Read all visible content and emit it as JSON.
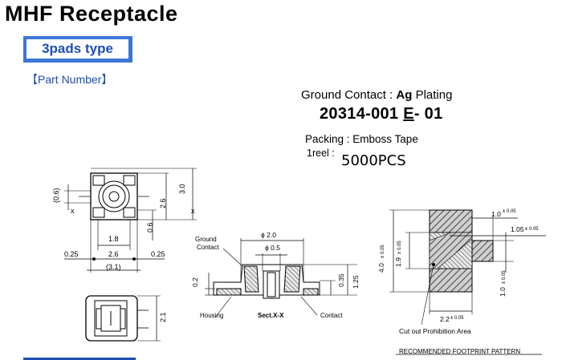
{
  "header": {
    "title": "MHF  Receptacle",
    "badge": "3pads type",
    "part_number_heading": "【Part Number】"
  },
  "part_info": {
    "ground_contact_prefix": "Ground Contact : ",
    "ground_contact_bold": "Ag",
    "ground_contact_suffix": " Plating",
    "pn_a": "20314-001 ",
    "pn_b": "E",
    "pn_c": "- 01",
    "packing": "Packing :   Emboss Tape",
    "reel_label": "1reel :",
    "reel_qty": "5000PCS"
  },
  "top_view": {
    "dim_06": "(0.6)",
    "dim_30": "3.0",
    "dim_26v": "2.6",
    "dim_06b": "0.6",
    "x_left": "x",
    "x_right": "x",
    "dim_18": "1.8",
    "dim_025_l": "0.25",
    "dim_26h": "2.6",
    "dim_025_r": "0.25",
    "dim_31": "(3.1)"
  },
  "bottom_view": {
    "dim_21": "2.1"
  },
  "section": {
    "ground_contact": "Ground",
    "ground_contact2": "Contact",
    "dia_20": "ϕ 2.0",
    "dia_05": "ϕ 0.5",
    "dim_02": "0.2",
    "dim_035": "0.35",
    "dim_125": "1.25",
    "housing": "Housing",
    "sect": "Sect.X-X",
    "contact": "Contact"
  },
  "footprint": {
    "dim_10": "1.0",
    "tol_10": "± 0.05",
    "dim_105": "1.05",
    "tol_105": "± 0.05",
    "dim_40": "4.0",
    "tol_40": "± 0.05",
    "dim_19": "1.9",
    "tol_19": "± 0.05",
    "dim_10v": "1.0",
    "tol_10v": "± 0.05",
    "dim_22": "2.2",
    "tol_22": "± 0.05",
    "cutout": "Cut out Prohibition Area",
    "caption": "RECOMMENDED FOOTPRINT PATTERN"
  }
}
